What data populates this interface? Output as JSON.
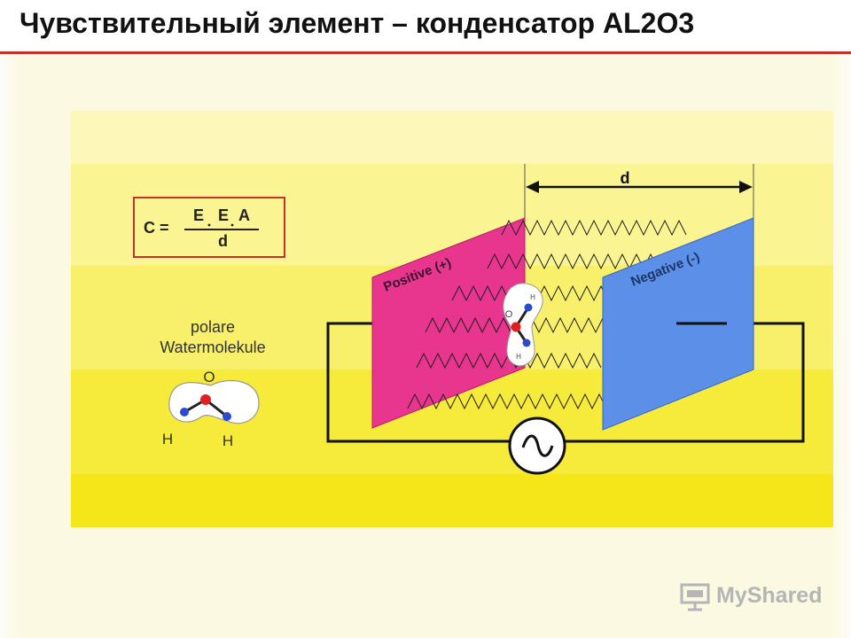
{
  "slide": {
    "title": "Чувствительный элемент – конденсатор AL2O3",
    "accent_color": "#c8302c"
  },
  "formula": {
    "lhs": "C =",
    "numerator": [
      "E",
      "E",
      "A"
    ],
    "denominator": "d"
  },
  "molecule_caption": {
    "line1": "polare",
    "line2": "Watermolekule"
  },
  "molecule_atoms": {
    "oxygen": "O",
    "hydrogen_left": "H",
    "hydrogen_right": "H"
  },
  "plates": {
    "positive_label": "Positive (+)",
    "negative_label": "Negative (-)",
    "positive_color": "#e8358e",
    "negative_color": "#5b8fe8"
  },
  "gap_label": "d",
  "small_molecule": {
    "oxygen": "O",
    "hydrogen_top": "H",
    "hydrogen_bottom": "H"
  },
  "source_icon": "ac-source-icon",
  "watermark": {
    "text": "MyShared",
    "icon": "presentation-icon"
  }
}
